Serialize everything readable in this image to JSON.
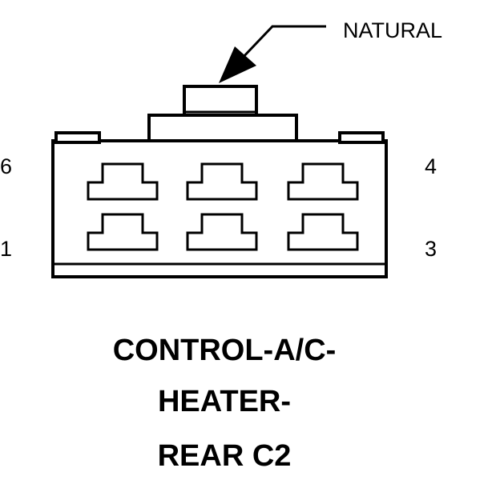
{
  "connector": {
    "callout": "NATURAL",
    "pin_labels": {
      "top_left": "6",
      "top_right": "4",
      "bottom_left": "1",
      "bottom_right": "3"
    },
    "title_lines": [
      "CONTROL-A/C-",
      "HEATER-",
      "REAR C2"
    ],
    "cavity_rows": 2,
    "cavity_cols": 3
  }
}
